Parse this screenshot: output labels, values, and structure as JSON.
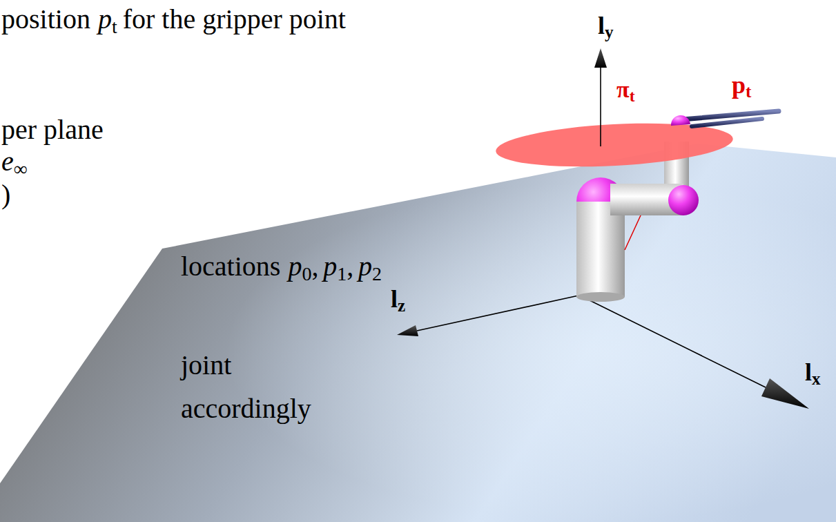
{
  "diagram": {
    "labels": [
      "position",
      "p",
      "t",
      "for the gripper point",
      "per plane",
      "e",
      "∞",
      ")",
      "locations",
      "p",
      "0",
      ",",
      "p",
      "1",
      ",",
      "p",
      "2",
      "joint",
      "accordingly",
      "l",
      "y",
      "π",
      "t",
      "p",
      "t",
      "l",
      "z",
      "l",
      "x"
    ]
  }
}
